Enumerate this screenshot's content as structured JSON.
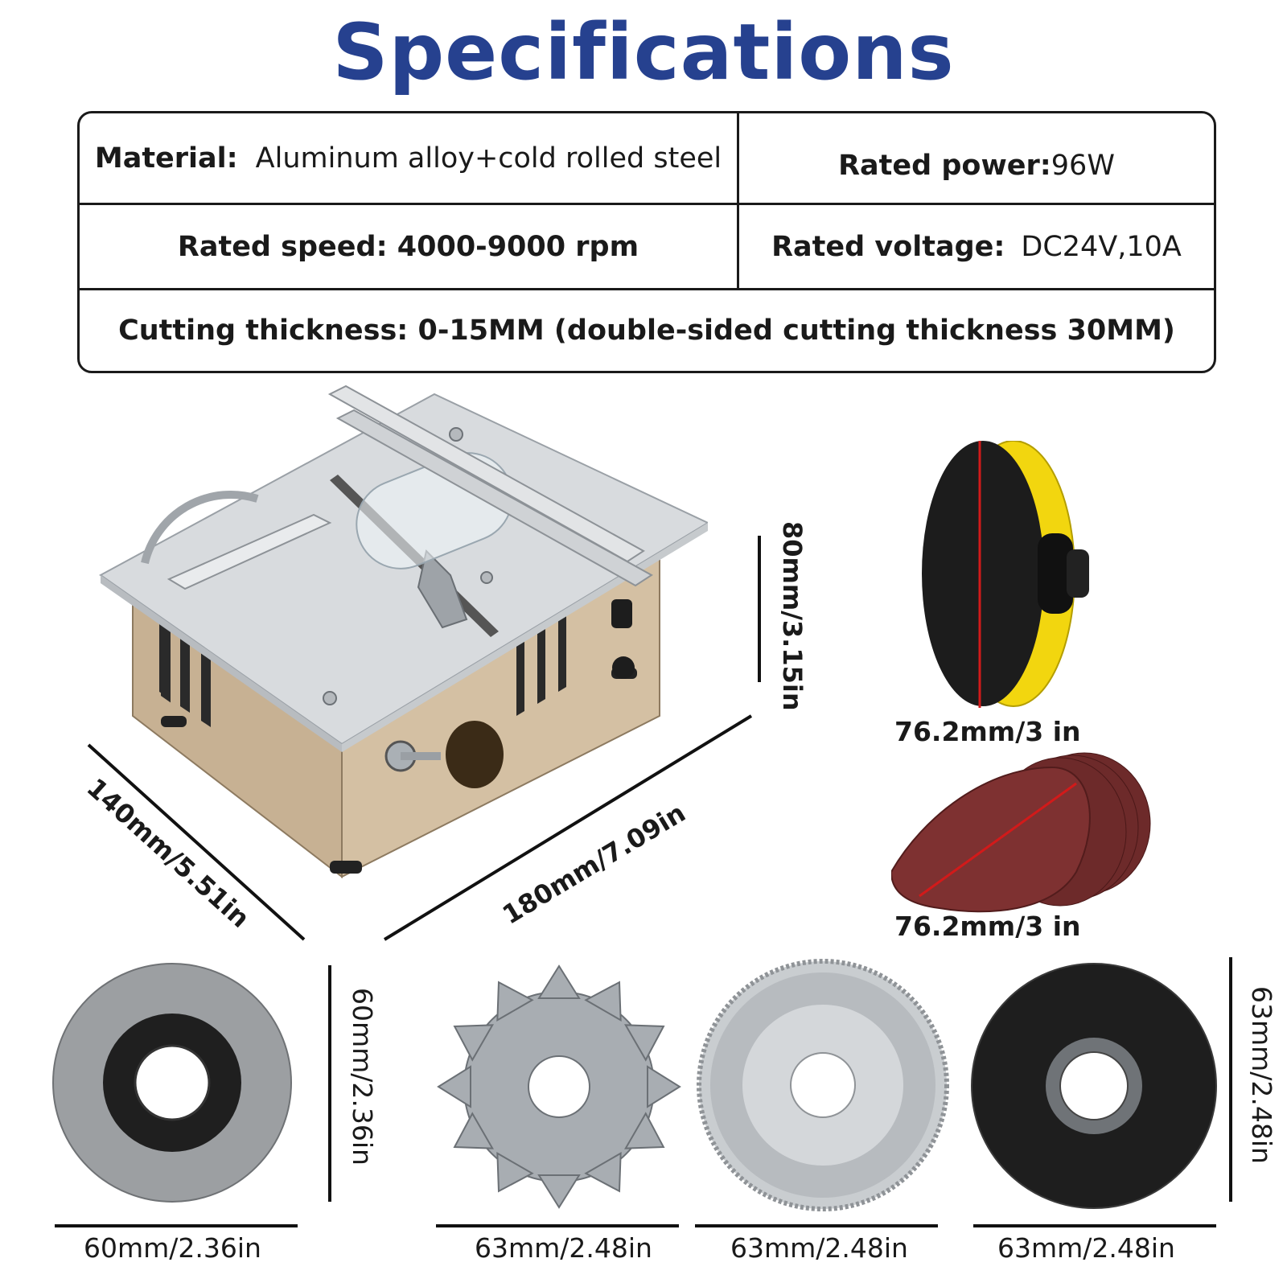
{
  "title": "Specifications",
  "specs": {
    "material_label": "Material:",
    "material_value": "Aluminum alloy+cold rolled steel",
    "power_label": "Rated power:",
    "power_value": "96W",
    "speed_label": "Rated speed: 4000-9000 rpm",
    "voltage_label": "Rated voltage:",
    "voltage_value": "DC24V,10A",
    "thickness_label": "Cutting thickness: 0-15MM (double-sided cutting thickness 30MM)"
  },
  "saw_dims": {
    "height": "80mm/3.15in",
    "depth": "140mm/5.51in",
    "width": "180mm/7.09in"
  },
  "accessories": {
    "pad": "76.2mm/3 in",
    "sandpaper": "76.2mm/3 in",
    "diamond_disc_width": "60mm/2.36in",
    "diamond_disc_height": "60mm/2.36in",
    "carbide_blade_width": "63mm/2.48in",
    "hss_blade_width": "63mm/2.48in",
    "resin_disc_width": "63mm/2.48in",
    "resin_disc_height": "63mm/2.48in"
  }
}
